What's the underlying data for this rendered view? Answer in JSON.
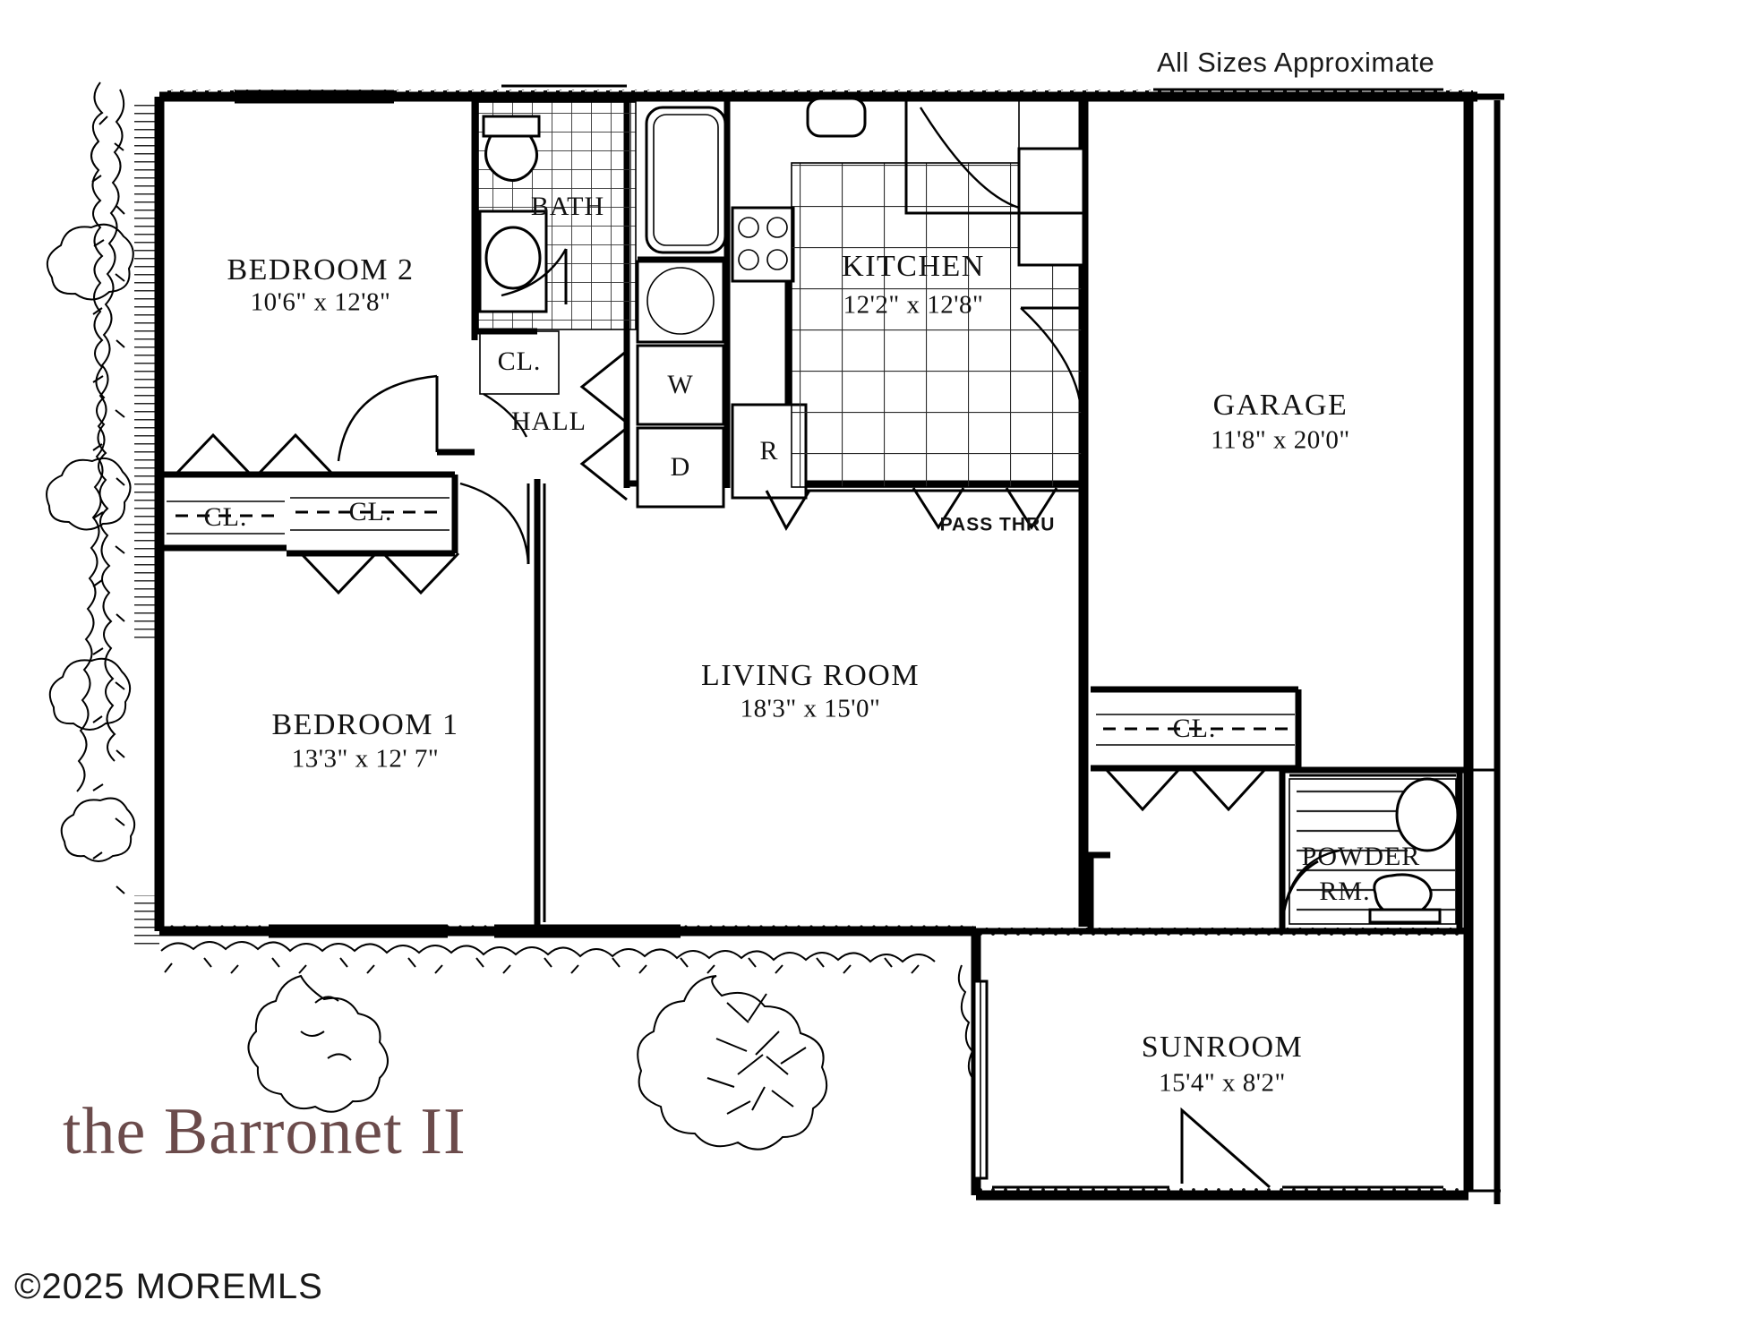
{
  "plan": {
    "title": "the Barronet II",
    "copyright": "©2025 MOREMLS",
    "disclaimer": "All Sizes Approximate"
  },
  "rooms": [
    {
      "id": "bedroom2",
      "name": "BEDROOM 2",
      "dimensions": "10'6\" x 12'8\""
    },
    {
      "id": "bedroom1",
      "name": "BEDROOM 1",
      "dimensions": "13'3\" x 12' 7\""
    },
    {
      "id": "bath",
      "name": "BATH",
      "dimensions": ""
    },
    {
      "id": "hall",
      "name": "HALL",
      "dimensions": ""
    },
    {
      "id": "kitchen",
      "name": "KITCHEN",
      "dimensions": "12'2\" x 12'8\""
    },
    {
      "id": "livingroom",
      "name": "LIVING ROOM",
      "dimensions": "18'3\" x 15'0\""
    },
    {
      "id": "garage",
      "name": "GARAGE",
      "dimensions": "11'8\" x 20'0\""
    },
    {
      "id": "powderrm",
      "name": "POWDER",
      "dimensions": "RM."
    },
    {
      "id": "sunroom",
      "name": "SUNROOM",
      "dimensions": "15'4\" x 8'2\""
    }
  ],
  "closets": [
    {
      "id": "closet-bath",
      "label": "CL."
    },
    {
      "id": "closet-hall-a",
      "label": "CL."
    },
    {
      "id": "closet-hall-b",
      "label": "CL."
    },
    {
      "id": "closet-garage",
      "label": "CL."
    }
  ],
  "appliances": [
    {
      "id": "washer",
      "label": "W"
    },
    {
      "id": "dryer",
      "label": "D"
    },
    {
      "id": "refrigerator",
      "label": "R"
    }
  ],
  "annotations": [
    {
      "id": "pass-thru",
      "label": "PASS THRU"
    }
  ],
  "colors": {
    "ink": "#111111",
    "title": "#6b4b4b",
    "paper": "#ffffff"
  }
}
